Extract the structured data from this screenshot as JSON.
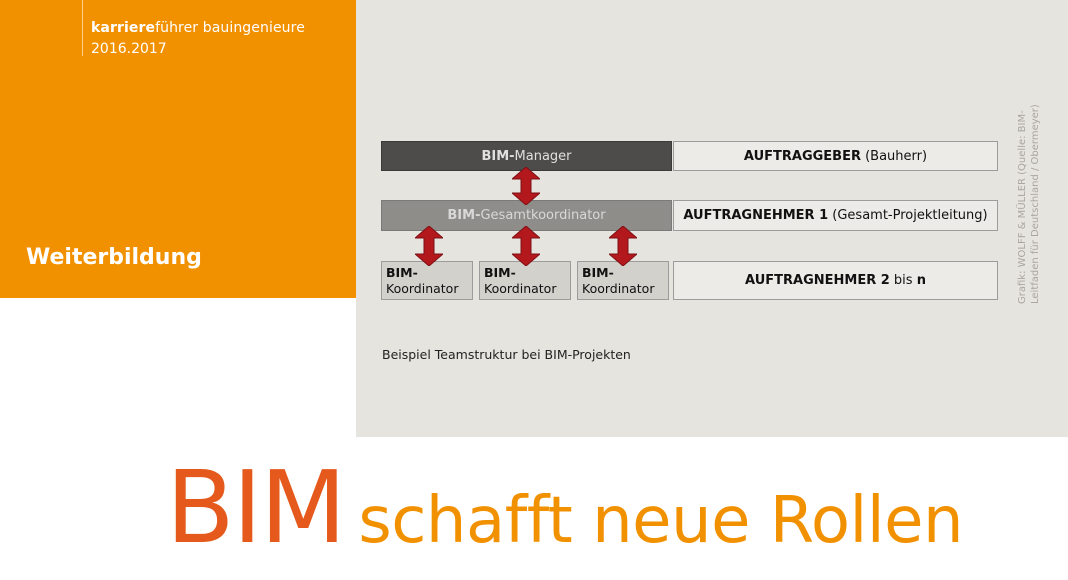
{
  "header": {
    "brand_bold": "karriere",
    "brand_rest": "führer bauingenieure",
    "edition": "2016.2017",
    "category": "Weiterbildung"
  },
  "diagram": {
    "manager": {
      "bold": "BIM-",
      "rest": "Manager"
    },
    "gesamtkoordinator": {
      "bold": "BIM-",
      "rest": "Gesamtkoordinator"
    },
    "koordinators": [
      {
        "line1": "BIM-",
        "line2": "Koordinator"
      },
      {
        "line1": "BIM-",
        "line2": "Koordinator"
      },
      {
        "line1": "BIM-",
        "line2": "Koordinator"
      }
    ],
    "auftraggeber": {
      "bold": "AUFTRAGGEBER",
      "rest": " (Bauherr)"
    },
    "auftragnehmer1": {
      "bold": "AUFTRAGNEHMER 1",
      "rest": " (Gesamt-Projektleitung)"
    },
    "auftragnehmer2": {
      "bold": "AUFTRAGNEHMER 2",
      "mid": " bis ",
      "bold2": "n"
    },
    "caption": "Beispiel Teamstruktur bei BIM-Projekten",
    "credit": "Grafik: WOLFF & MÜLLER (Quelle: BIM-Leitfaden für Deutschland / Obermeyer)",
    "arrow_color": "#b3181d"
  },
  "title": {
    "part1": "BIM",
    "part2": "schafft neue Rollen",
    "color1": "#e55a1c",
    "color2": "#f29100"
  }
}
